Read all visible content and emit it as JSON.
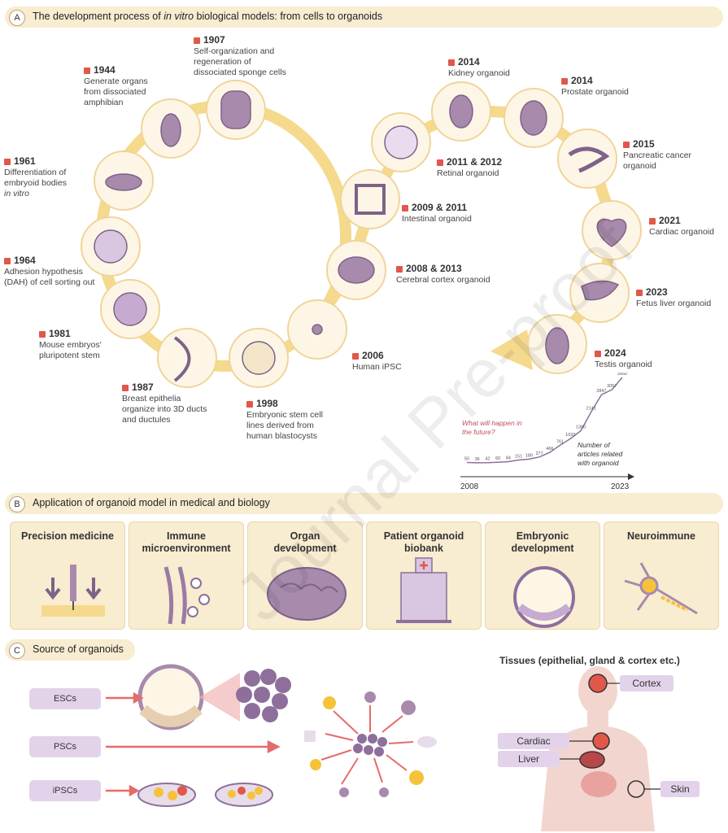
{
  "sectionA": {
    "badge": "A",
    "title_pre": "The development process of ",
    "title_ital": "in vitro",
    "title_post": " biological models: from cells to organoids"
  },
  "sectionB": {
    "badge": "B",
    "title": "Application of organoid model in medical and biology"
  },
  "sectionC": {
    "badge": "C",
    "title": "Source of organoids"
  },
  "events": {
    "e1907": {
      "year": "1907",
      "desc": "Self-organization and\nregeneration of\ndissociated sponge cells"
    },
    "e1944": {
      "year": "1944",
      "desc": "Generate organs\nfrom dissociated\namphibian"
    },
    "e1961": {
      "year": "1961",
      "desc": "Differentiation of\nembryoid bodies",
      "ital": "in vitro"
    },
    "e1964": {
      "year": "1964",
      "desc": "Adhesion hypothesis\n(DAH) of cell sorting out"
    },
    "e1981": {
      "year": "1981",
      "desc": "Mouse embryos'\npluripotent stem"
    },
    "e1987": {
      "year": "1987",
      "desc": "Breast epithelia\norganize into 3D ducts\nand ductules"
    },
    "e1998": {
      "year": "1998",
      "desc": "Embryonic stem cell\nlines derived from\nhuman blastocysts"
    },
    "e2006": {
      "year": "2006",
      "desc": "Human iPSC"
    },
    "e2008": {
      "year": "2008 & 2013",
      "desc": "Cerebral cortex organoid"
    },
    "e2009": {
      "year": "2009 & 2011",
      "desc": "Intestinal organoid"
    },
    "e2011": {
      "year": "2011 & 2012",
      "desc": "Retinal organoid"
    },
    "e2014k": {
      "year": "2014",
      "desc": "Kidney organoid"
    },
    "e2014p": {
      "year": "2014",
      "desc": "Prostate organoid"
    },
    "e2015": {
      "year": "2015",
      "desc": "Pancreatic cancer\norganoid"
    },
    "e2021": {
      "year": "2021",
      "desc": "Cardiac organoid"
    },
    "e2023": {
      "year": "2023",
      "desc": "Fetus liver organoid"
    },
    "e2024": {
      "year": "2024",
      "desc": "Testis organoid"
    }
  },
  "chart_data": {
    "type": "line",
    "values": [
      50,
      36,
      42,
      60,
      84,
      151,
      189,
      277,
      466,
      761,
      1033,
      1360,
      2141,
      2847,
      3057,
      3560
    ],
    "x_start_label": "2008",
    "x_end_label": "2023",
    "question": "What will happen in\nthe future?",
    "caption": "Number of\narticles related\nwith organoid"
  },
  "applications": [
    {
      "title": "Precision medicine"
    },
    {
      "title": "Immune\nmicroenvironment"
    },
    {
      "title": "Organ\ndevelopment"
    },
    {
      "title": "Patient organoid\nbiobank"
    },
    {
      "title": "Embryonic\ndevelopment"
    },
    {
      "title": "Neuroimmune"
    }
  ],
  "sources": {
    "esc": "ESCs",
    "psc": "PSCs",
    "ipsc": "iPSCs"
  },
  "tissues": {
    "title": "Tissues (epithelial, gland & cortex etc.)",
    "cortex": "Cortex",
    "cardiac": "Cardiac",
    "liver": "Liver",
    "skin": "Skin"
  },
  "watermark": "Journal Pre-proof",
  "colors": {
    "accent_red": "#e1574a",
    "header_bg": "#f8ecd1",
    "node_fill": "#fdf6e6",
    "path": "#f5d98c",
    "purple": "#8e6f9c",
    "label_bg": "#e3d3ea"
  }
}
